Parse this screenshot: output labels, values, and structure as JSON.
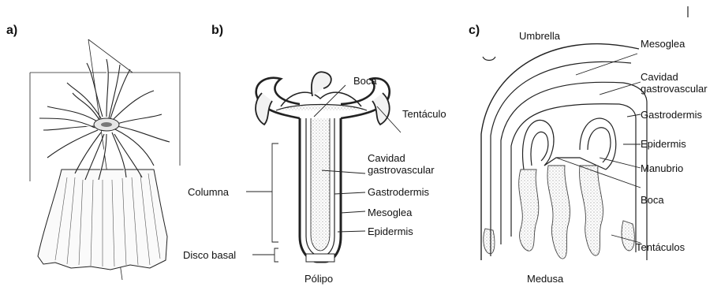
{
  "panels": {
    "a": "a)",
    "b": "b)",
    "c": "c)"
  },
  "panel_b": {
    "boca": "Boca",
    "tentaculo": "Tentáculo",
    "cavidad": "Cavidad\ngastrovascular",
    "gastrodermis": "Gastrodermis",
    "mesoglea": "Mesoglea",
    "epidermis": "Epidermis",
    "columna": "Columna",
    "disco_basal": "Disco basal",
    "caption": "Pólipo"
  },
  "panel_c": {
    "umbrella": "Umbrella",
    "mesoglea": "Mesoglea",
    "cavidad": "Cavidad\ngastrovascular",
    "gastrodermis": "Gastrodermis",
    "epidermis": "Epidermis",
    "manubrio": "Manubrio",
    "boca": "Boca",
    "tentaculos": "Tentáculos",
    "caption": "Medusa"
  },
  "colors": {
    "ink": "#111111",
    "stipple": "#bdbdbd",
    "background": "#ffffff"
  }
}
